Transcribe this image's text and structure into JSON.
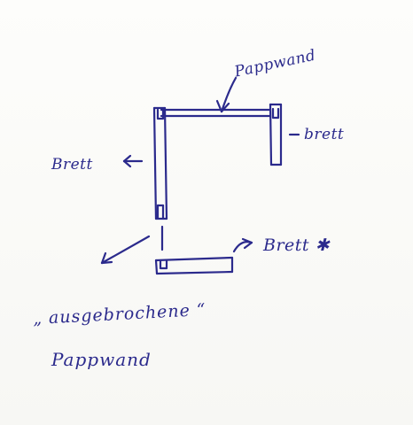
{
  "labels": {
    "pappwand_top": "Pappwand",
    "brett_right": "brett",
    "brett_left": "Brett",
    "brett_star": "Brett ✱",
    "ausgebrochene": "„ ausgebrochene “",
    "pappwand_bottom": "Pappwand"
  },
  "colors": {
    "ink": "#2b2a8c",
    "paper": "#fbfbf9"
  }
}
